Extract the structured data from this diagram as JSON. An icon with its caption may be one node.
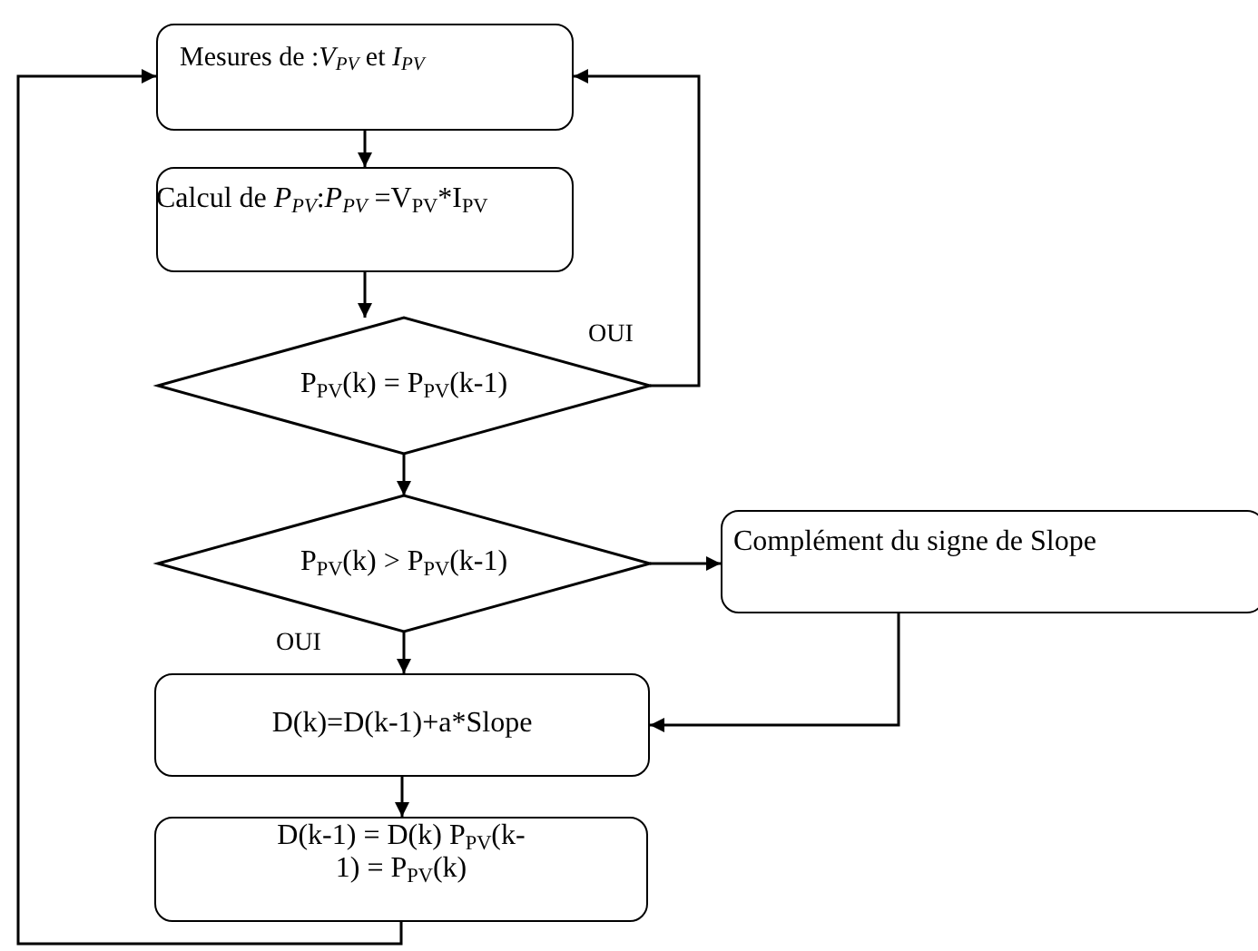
{
  "diagram": {
    "nodes": [
      {
        "text": [
          "Mesures de :*V$_{PV}$* et *I$_{PV}$*"
        ]
      },
      {
        "text": [
          "Calcul de *P$_{PV}$*:*P$_{PV}$* =V$_{PV}$*I$_{PV}$"
        ]
      },
      {
        "text": [
          "P$_{PV}$(k) = P$_{PV}$(k-1)"
        ]
      },
      {
        "text": [
          "P$_{PV}$(k) > P$_{PV}$(k-1)"
        ]
      },
      {
        "text": [
          "Complément du signe de Slope"
        ]
      },
      {
        "text": [
          "D(k)=D(k-1)+a*Slope"
        ]
      },
      {
        "text": [
          "D(k-1) = D(k) P$_{PV}$(k-1) = P$_{PV}$(k)"
        ]
      }
    ],
    "edges": [
      {
        "from": 0,
        "to": 1,
        "arrow": "to"
      },
      {
        "from": 1,
        "to": 2,
        "arrow": "to"
      },
      {
        "from": 2,
        "to": 0,
        "arrow": "to",
        "label": "OUI"
      },
      {
        "from": 2,
        "to": 3,
        "arrow": "to"
      },
      {
        "from": 3,
        "to": 4,
        "arrow": "to"
      },
      {
        "from": 3,
        "to": 5,
        "arrow": "to",
        "label": "OUI"
      },
      {
        "from": 4,
        "to": 5,
        "arrow": "to"
      },
      {
        "from": 5,
        "to": 6,
        "arrow": "to"
      },
      {
        "from": 6,
        "to": 0,
        "arrow": "to"
      }
    ]
  }
}
